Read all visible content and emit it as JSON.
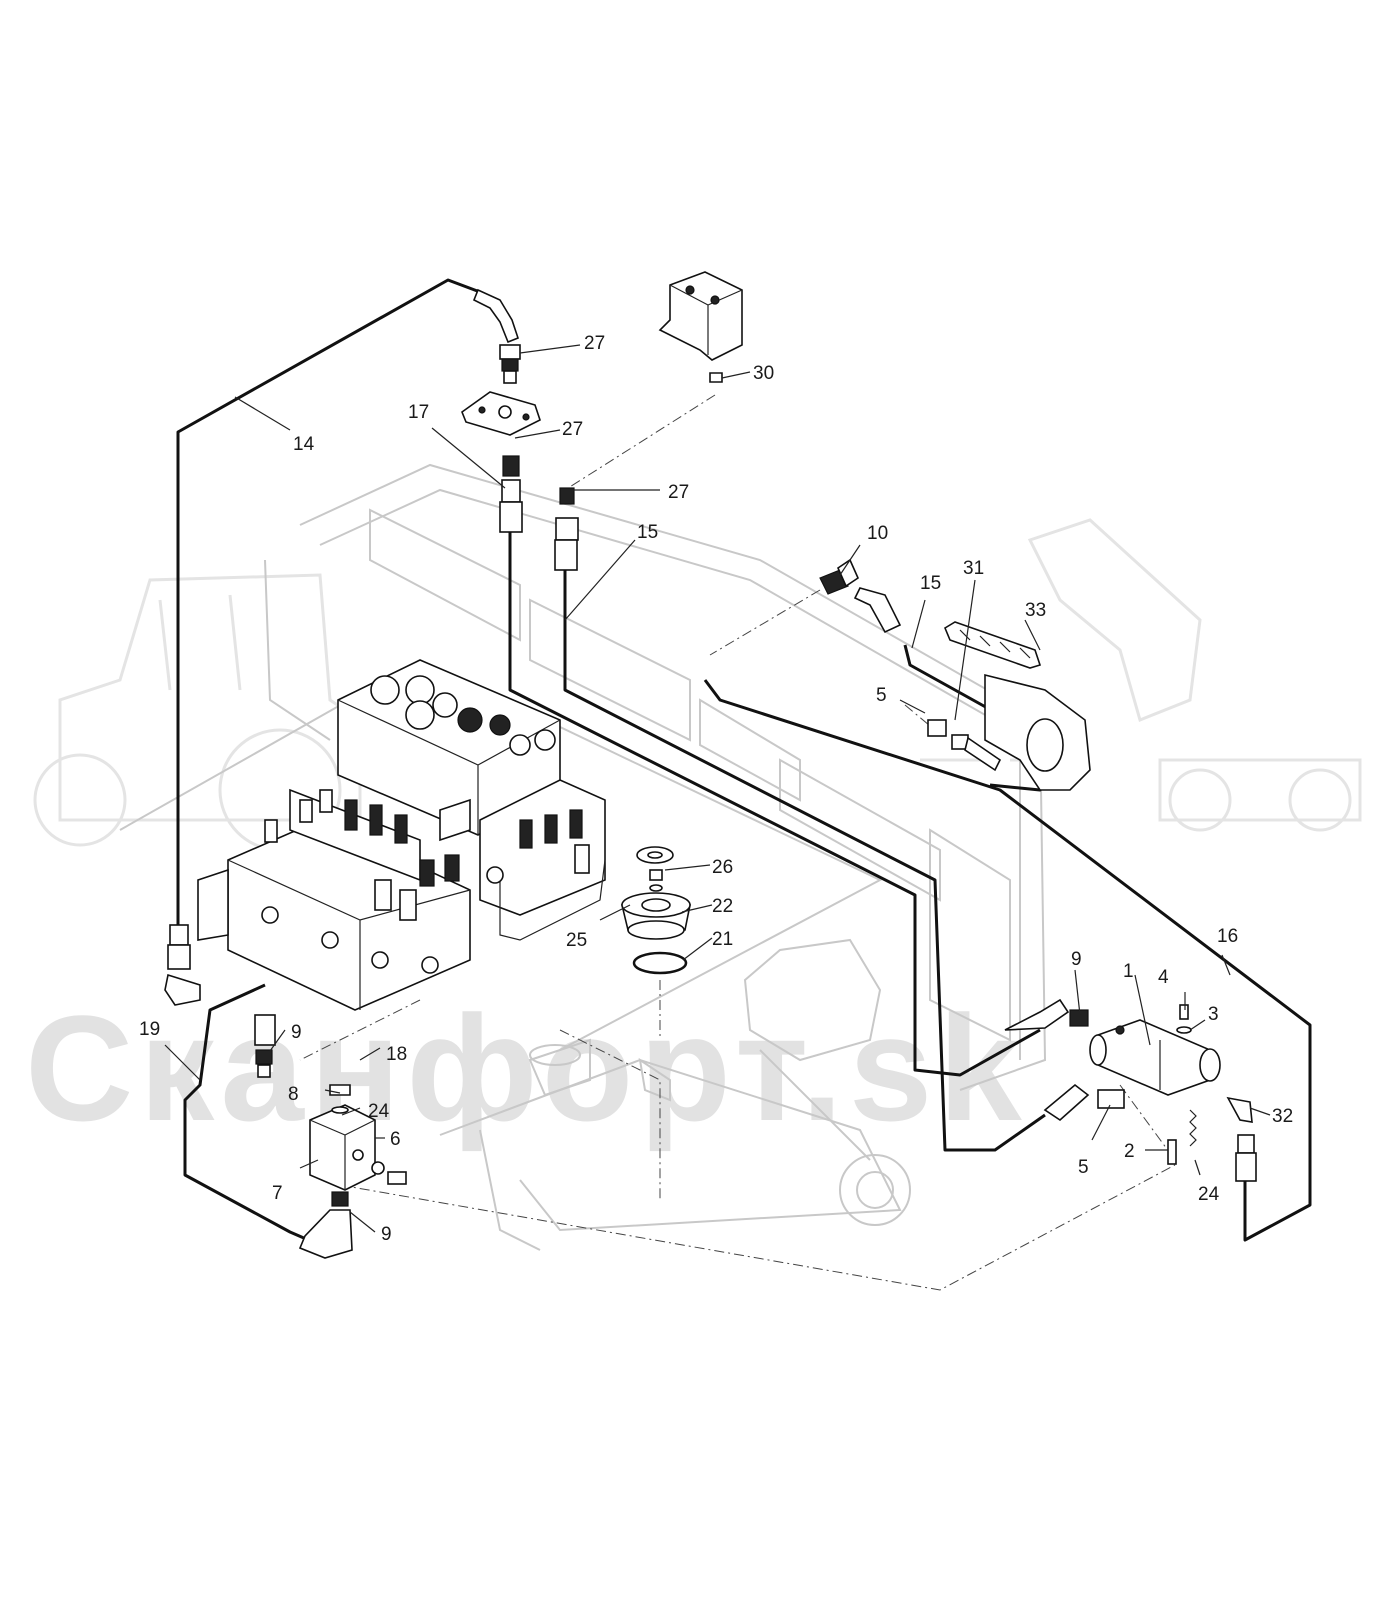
{
  "watermark": {
    "text": "Сканфорт.sk"
  },
  "callouts": [
    {
      "id": "c27a",
      "label": "27"
    },
    {
      "id": "c30",
      "label": "30"
    },
    {
      "id": "c17",
      "label": "17"
    },
    {
      "id": "c27b",
      "label": "27"
    },
    {
      "id": "c14",
      "label": "14"
    },
    {
      "id": "c27c",
      "label": "27"
    },
    {
      "id": "c15a",
      "label": "15"
    },
    {
      "id": "c10",
      "label": "10"
    },
    {
      "id": "c15b",
      "label": "15"
    },
    {
      "id": "c31",
      "label": "31"
    },
    {
      "id": "c33",
      "label": "33"
    },
    {
      "id": "c5a",
      "label": "5"
    },
    {
      "id": "c26",
      "label": "26"
    },
    {
      "id": "c22",
      "label": "22"
    },
    {
      "id": "c25",
      "label": "25"
    },
    {
      "id": "c21",
      "label": "21"
    },
    {
      "id": "c16",
      "label": "16"
    },
    {
      "id": "c9a",
      "label": "9"
    },
    {
      "id": "c1",
      "label": "1"
    },
    {
      "id": "c4",
      "label": "4"
    },
    {
      "id": "c3",
      "label": "3"
    },
    {
      "id": "c19",
      "label": "19"
    },
    {
      "id": "c9b",
      "label": "9"
    },
    {
      "id": "c18",
      "label": "18"
    },
    {
      "id": "c8",
      "label": "8"
    },
    {
      "id": "c24a",
      "label": "24"
    },
    {
      "id": "c6",
      "label": "6"
    },
    {
      "id": "c7",
      "label": "7"
    },
    {
      "id": "c9c",
      "label": "9"
    },
    {
      "id": "c32",
      "label": "32"
    },
    {
      "id": "c5b",
      "label": "5"
    },
    {
      "id": "c2",
      "label": "2"
    },
    {
      "id": "c24b",
      "label": "24"
    }
  ]
}
